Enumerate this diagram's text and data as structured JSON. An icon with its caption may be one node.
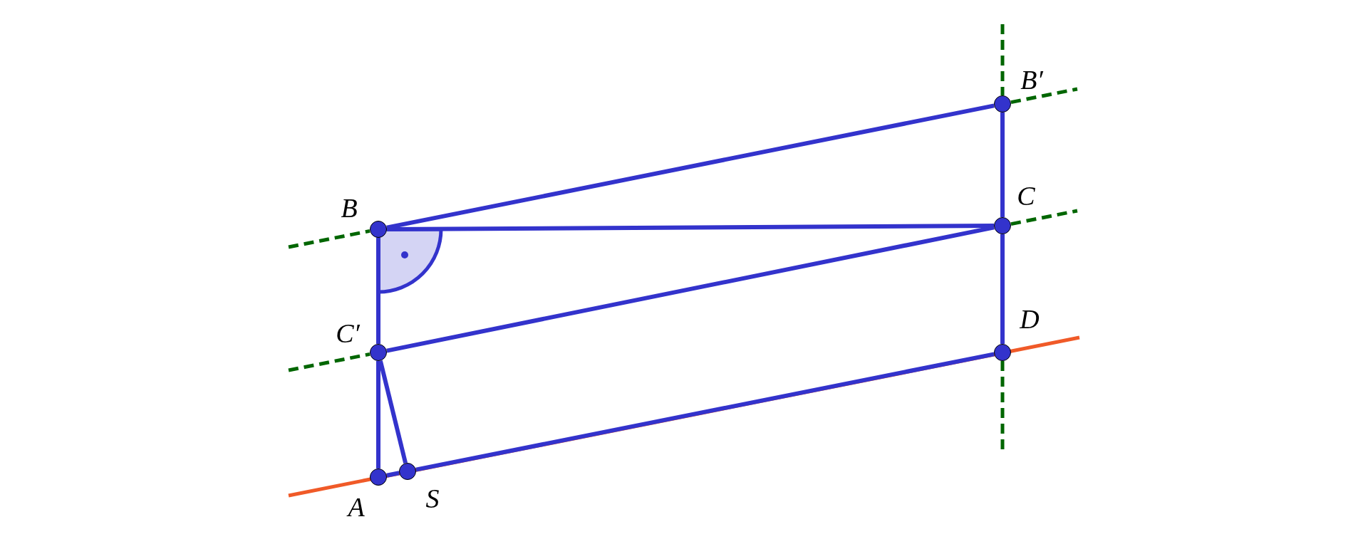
{
  "diagram": {
    "nodes": [
      {
        "text": [],
        "shape": "circle",
        "beside": [
          "B′"
        ]
      },
      {
        "text": [],
        "shape": "circle",
        "beside": [
          "B"
        ]
      },
      {
        "text": [],
        "shape": "circle",
        "beside": [
          "C"
        ]
      },
      {
        "text": [],
        "shape": "circle",
        "beside": [
          "C′"
        ]
      },
      {
        "text": [],
        "shape": "circle",
        "beside": [
          "D"
        ]
      },
      {
        "text": [],
        "shape": "circle",
        "beside": [
          "A"
        ]
      },
      {
        "text": [],
        "shape": "circle",
        "beside": [
          "S"
        ]
      }
    ],
    "edges": [
      {
        "from": 1,
        "to": 0,
        "arrow": "none"
      },
      {
        "from": 1,
        "to": 2,
        "arrow": "none"
      },
      {
        "from": 3,
        "to": 2,
        "arrow": "none"
      },
      {
        "from": 1,
        "to": 3,
        "arrow": "none"
      },
      {
        "from": 3,
        "to": 5,
        "arrow": "none"
      },
      {
        "from": 3,
        "to": 6,
        "arrow": "none"
      },
      {
        "from": 5,
        "to": 6,
        "arrow": "none"
      },
      {
        "from": 6,
        "to": 4,
        "arrow": "none"
      },
      {
        "from": 0,
        "to": 2,
        "arrow": "none"
      },
      {
        "from": 2,
        "to": 4,
        "arrow": "none"
      }
    ]
  }
}
